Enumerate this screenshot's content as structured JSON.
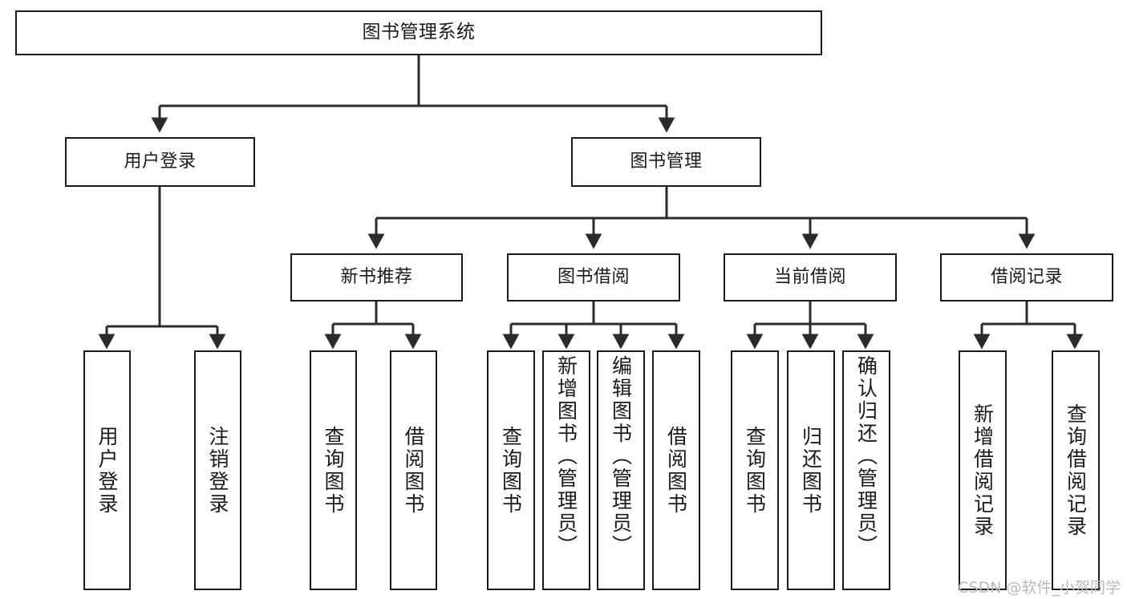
{
  "diagram": {
    "title": "图书管理系统",
    "type": "tree-hierarchy",
    "watermark": "CSDN @软件_小贺同学",
    "colors": {
      "stroke": "#1a1a1a",
      "fill": "#ffffff",
      "watermark": "#b9b9b9"
    },
    "nodes": {
      "root": {
        "label": "图书管理系统"
      },
      "level2": [
        {
          "id": "user-login",
          "label": "用户登录"
        },
        {
          "id": "book-manage",
          "label": "图书管理"
        }
      ],
      "level3": [
        {
          "id": "new-book-recommend",
          "label": "新书推荐"
        },
        {
          "id": "book-borrow",
          "label": "图书借阅"
        },
        {
          "id": "current-borrow",
          "label": "当前借阅"
        },
        {
          "id": "borrow-record",
          "label": "借阅记录"
        }
      ],
      "leaves": [
        {
          "id": "leaf-user-login",
          "label": "用户登录",
          "parent": "user-login"
        },
        {
          "id": "leaf-user-logout",
          "label": "注销登录",
          "parent": "user-login"
        },
        {
          "id": "leaf-query-book-1",
          "label": "查询图书",
          "parent": "new-book-recommend"
        },
        {
          "id": "leaf-borrow-book-1",
          "label": "借阅图书",
          "parent": "new-book-recommend"
        },
        {
          "id": "leaf-query-book-2",
          "label": "查询图书",
          "parent": "book-borrow"
        },
        {
          "id": "leaf-add-book",
          "label": "新增图书（管理员）",
          "parent": "book-borrow"
        },
        {
          "id": "leaf-edit-book",
          "label": "编辑图书（管理员）",
          "parent": "book-borrow"
        },
        {
          "id": "leaf-borrow-book-2",
          "label": "借阅图书",
          "parent": "book-borrow"
        },
        {
          "id": "leaf-query-book-3",
          "label": "查询图书",
          "parent": "current-borrow"
        },
        {
          "id": "leaf-return-book",
          "label": "归还图书",
          "parent": "current-borrow"
        },
        {
          "id": "leaf-confirm-return",
          "label": "确认归还（管理员）",
          "parent": "current-borrow"
        },
        {
          "id": "leaf-add-borrow-record",
          "label": "新增借阅记录",
          "parent": "borrow-record"
        },
        {
          "id": "leaf-query-borrow-record",
          "label": "查询借阅记录",
          "parent": "borrow-record"
        }
      ]
    }
  }
}
